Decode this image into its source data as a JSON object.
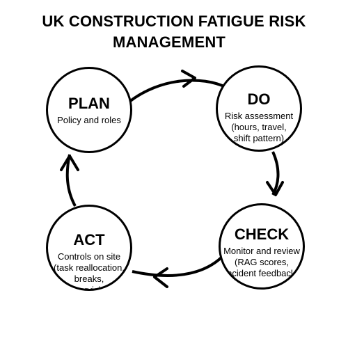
{
  "title": {
    "line1": "UK CONSTRUCTION FATIGUE RISK",
    "line2": "MANAGEMENT"
  },
  "nodes": {
    "plan": {
      "head": "PLAN",
      "lines": [
        "Policy and roles"
      ]
    },
    "do": {
      "head": "DO",
      "lines": [
        "Risk assessment",
        "(hours, travel,",
        "shift pattern)"
      ]
    },
    "check": {
      "head": "CHECK",
      "lines": [
        "Monitor and review",
        "(RAG scores,",
        "incident feedback)"
      ]
    },
    "act": {
      "head": "ACT",
      "lines": [
        "Controls on site",
        "(task reallocation,",
        "breaks,",
        "supervision)"
      ]
    }
  },
  "arrow_icons": [
    "arrow-right-icon",
    "arrow-down-icon",
    "arrow-left-icon",
    "arrow-up-icon"
  ],
  "colors": {
    "stroke": "#000000",
    "background": "#ffffff"
  }
}
